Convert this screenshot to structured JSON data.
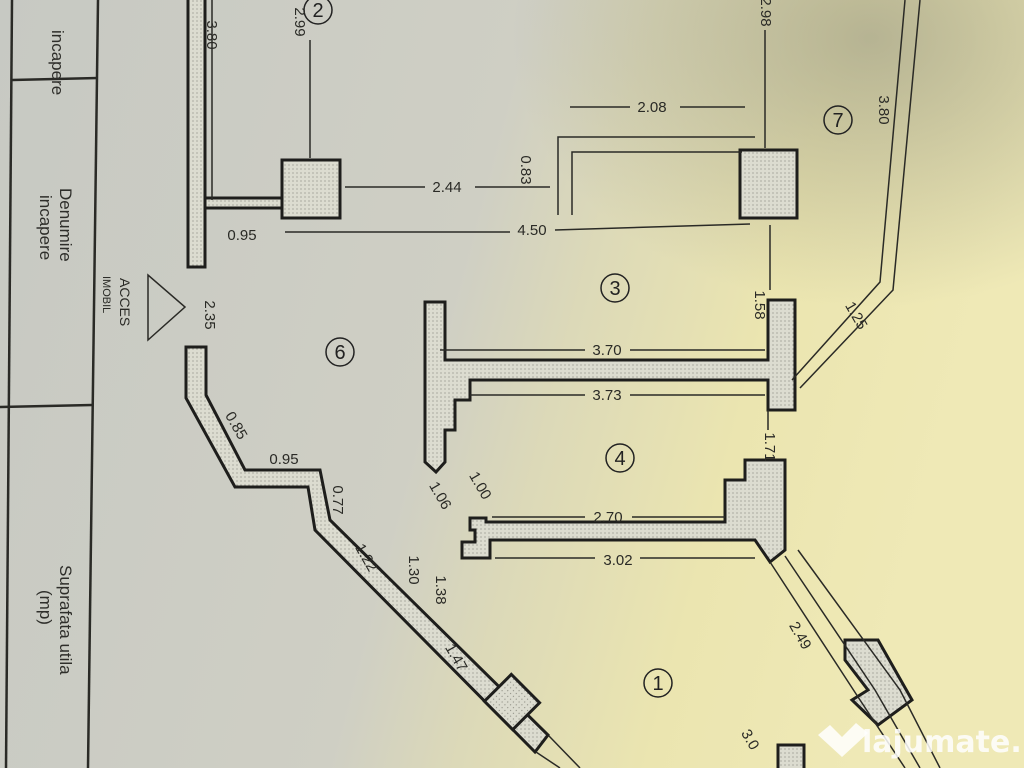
{
  "table": {
    "header_partial": "incapere",
    "room_name_header": [
      "Denumire",
      "incapere"
    ],
    "area_header": [
      "Suprafata utila",
      "(mp)"
    ]
  },
  "access": {
    "line1": "ACCES",
    "line2": "IMOBIL"
  },
  "rooms": [
    "2",
    "7",
    "3",
    "6",
    "4",
    "1"
  ],
  "dimensions": [
    "3.80",
    "2.99",
    "2.98",
    "3.80",
    "2.08",
    "0.83",
    "2.44",
    "4.50",
    "0.95",
    "2.35",
    "1.58",
    "1.25",
    "3.70",
    "3.73",
    "1.71",
    "0.85",
    "0.95",
    "0.77",
    "1.00",
    "1.06",
    "2.70",
    "3.02",
    "1.22",
    "1.30",
    "1.38",
    "1.47",
    "2.49",
    "3.0"
  ],
  "watermark": "lajumate.ro",
  "colors": {
    "paper_left": "#c9cbc4",
    "paper_right": "#ece6b2",
    "ink": "#1e1e1c"
  }
}
